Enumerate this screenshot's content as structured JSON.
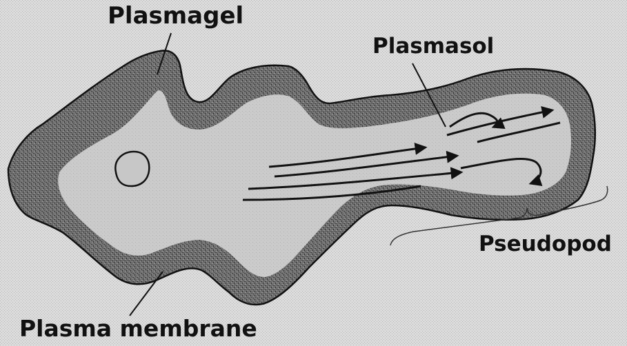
{
  "labels": {
    "plasmagel": "Plasmagel",
    "plasmasol": "Plasmasol",
    "pseudopod": "Pseudopod",
    "plasma_membrane": "Plasma membrane"
  },
  "colors": {
    "background": "#d9d9d9",
    "plasmagel_fill": "#6f6f6f",
    "plasmasol_fill": "#c9c9c9",
    "outline": "#111111"
  }
}
